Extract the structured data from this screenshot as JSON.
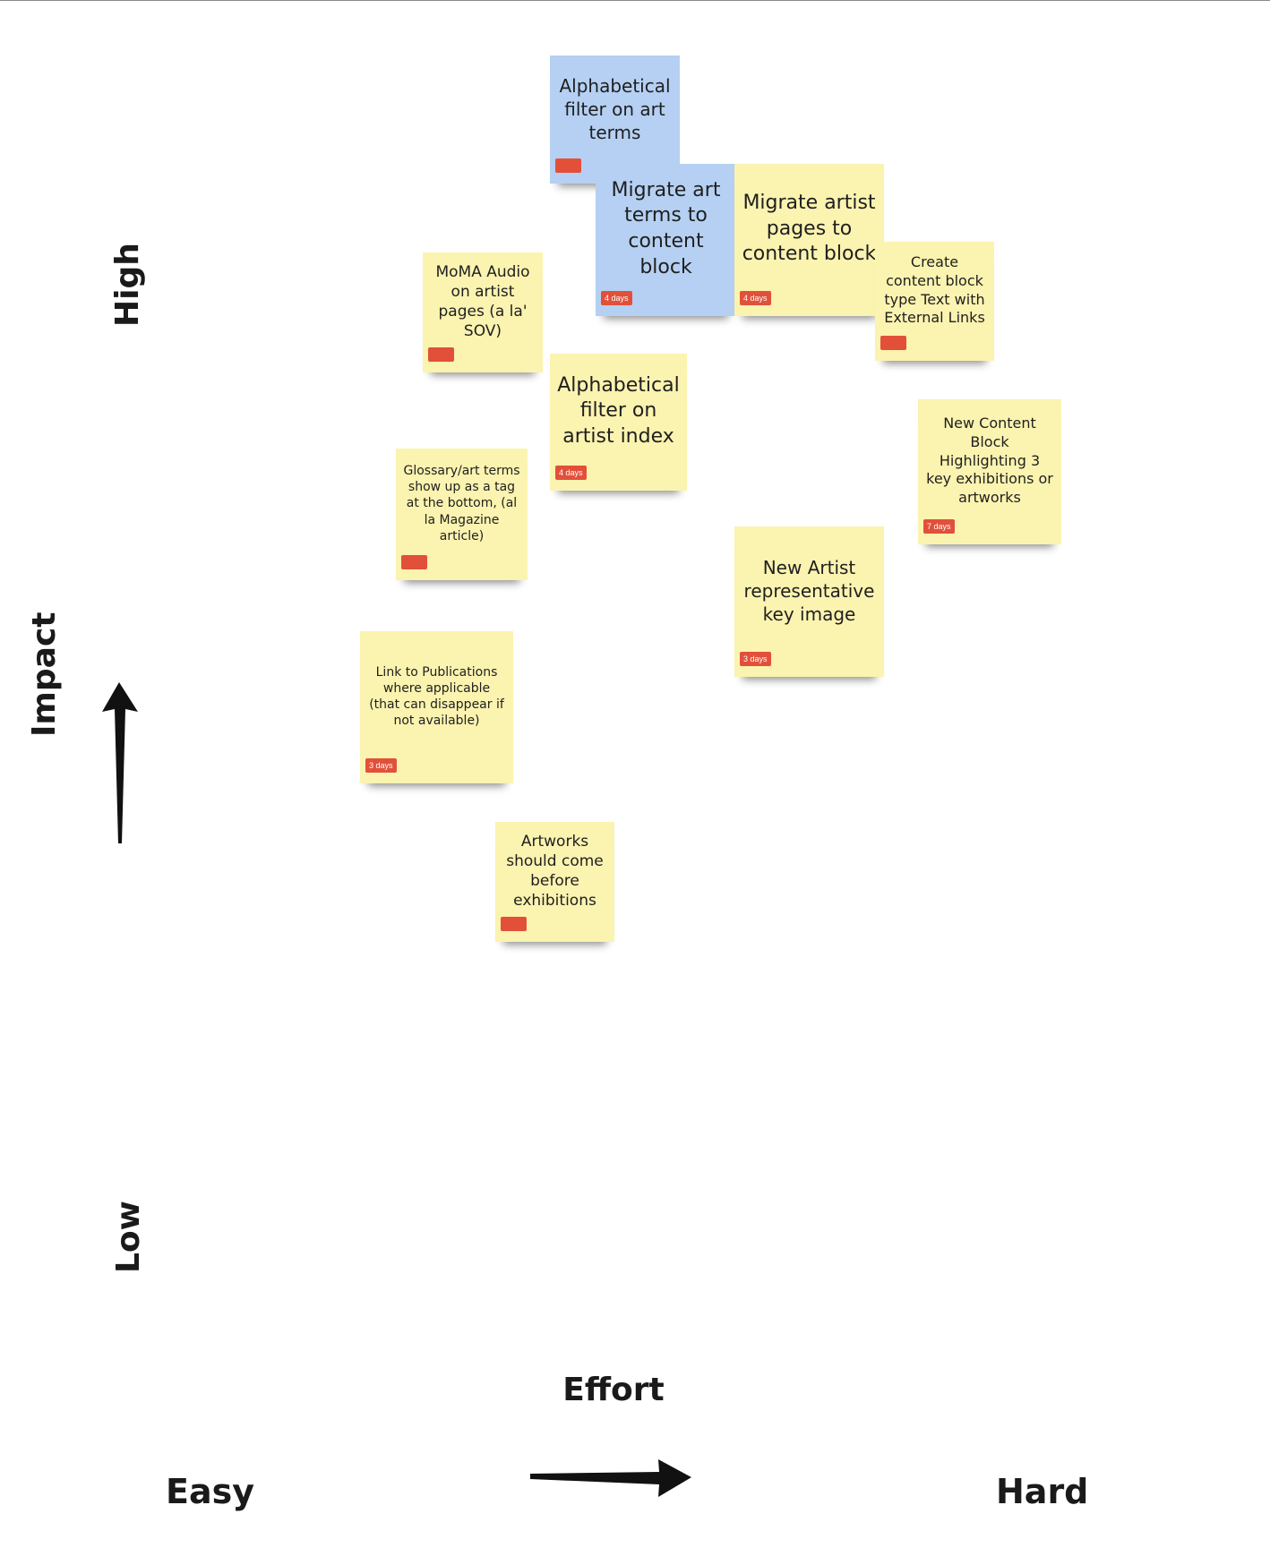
{
  "axes": {
    "y_title": "Impact",
    "y_high": "High",
    "y_low": "Low",
    "x_title": "Effort",
    "x_low": "Easy",
    "x_high": "Hard"
  },
  "notes": [
    {
      "text": "Alphabetical filter on art terms",
      "color": "blue",
      "tag": ""
    },
    {
      "text": "Migrate art terms to content block",
      "color": "blue",
      "tag": "4 days"
    },
    {
      "text": "Migrate artist pages to content block",
      "color": "yellow",
      "tag": "4 days"
    },
    {
      "text": "Create content block type Text with External Links",
      "color": "yellow",
      "tag": ""
    },
    {
      "text": "MoMA Audio on artist pages (a la' SOV)",
      "color": "yellow",
      "tag": ""
    },
    {
      "text": "Alphabetical filter on artist index",
      "color": "yellow",
      "tag": "4 days"
    },
    {
      "text": "New Content Block Highlighting 3 key exhibitions or artworks",
      "color": "yellow",
      "tag": "7 days"
    },
    {
      "text": "Glossary/art terms show up as a tag at the bottom, (al la Magazine article)",
      "color": "yellow",
      "tag": ""
    },
    {
      "text": "New Artist representative key image",
      "color": "yellow",
      "tag": "3 days"
    },
    {
      "text": "Link to Publications where applicable (that can disappear if not available)",
      "color": "yellow",
      "tag": "3 days"
    },
    {
      "text": "Artworks should come before exhibitions",
      "color": "yellow",
      "tag": ""
    }
  ],
  "colors": {
    "note_yellow": "#fbf3b0",
    "note_blue": "#b5d0f2",
    "tag_red": "#e2503a"
  }
}
